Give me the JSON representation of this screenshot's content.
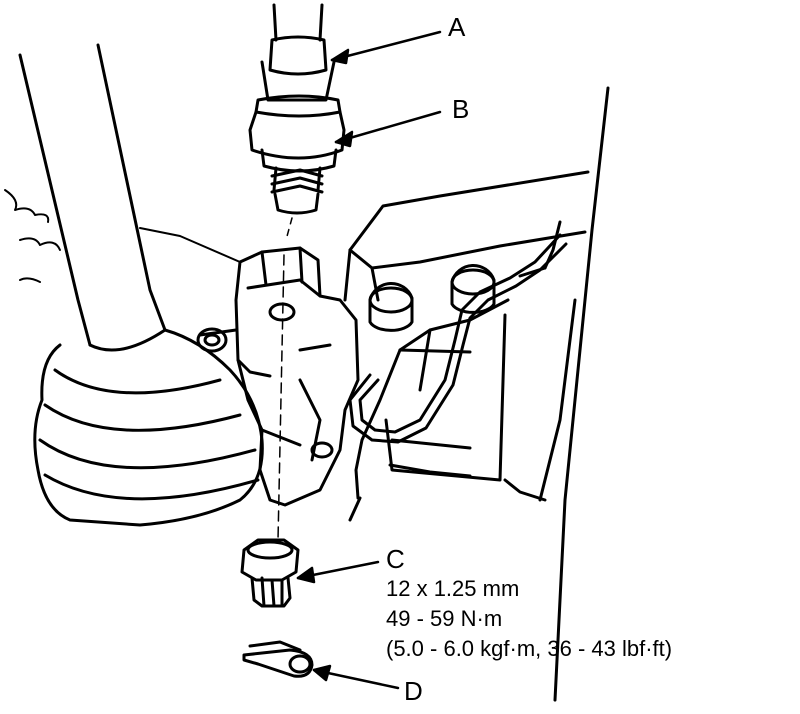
{
  "callouts": {
    "a": "A",
    "b": "B",
    "c": "C",
    "d": "D"
  },
  "spec": {
    "size": "12 x 1.25 mm",
    "torque_nm": "49 - 59 N·m",
    "torque_alt": "(5.0 - 6.0 kgf·m, 36 - 43 lbf·ft)"
  },
  "colors": {
    "line": "#000000",
    "background": "#ffffff"
  }
}
